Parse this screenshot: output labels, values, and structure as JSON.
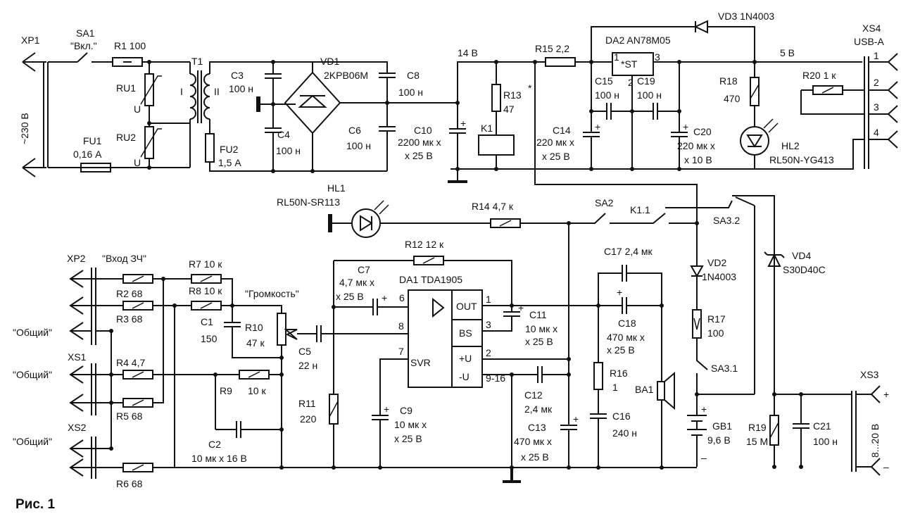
{
  "figure": {
    "caption": "Рис. 1",
    "labels": {
      "xp1": "XP1",
      "mains": "~230 В",
      "sa1": "SA1",
      "sa1_name": "\"Вкл.\"",
      "r1": "R1 100",
      "ru1": "RU1",
      "ru2": "RU2",
      "u1": "U",
      "u2": "U",
      "fu1": "FU1",
      "fu1_val": "0,16 А",
      "t1": "T1",
      "t1_p": "I",
      "t1_s": "II",
      "fu2": "FU2",
      "fu2_val": "1,5 А",
      "c3": "C3",
      "c3_val": "100 н",
      "c4": "C4",
      "c4_val": "100 н",
      "vd1": "VD1",
      "vd1_type": "2KPB06M",
      "c8": "C8",
      "c8_val": "100 н",
      "c6": "C6",
      "c6_val": "100 н",
      "v14": "14 В",
      "c10": "C10",
      "c10_val1": "2200 мк х",
      "c10_val2": "х 25 В",
      "r13": "R13",
      "r13_star": "*",
      "r13_val": "47",
      "k1": "K1",
      "r15": "R15 2,2",
      "da2": "DA2  AN78M05",
      "da2_st": "*ST",
      "pin1": "1",
      "pin3": "3",
      "pin2": "2",
      "vd3": "VD3  1N4003",
      "v5": "5 В",
      "c15": "C15",
      "c15_val": "100 н",
      "c19": "C19",
      "c19_val": "100 н",
      "c14": "C14",
      "c14_val1": "220 мк х",
      "c14_val2": "х 25 В",
      "c20": "C20",
      "c20_val1": "220 мк х",
      "c20_val2": "х 10 В",
      "r18": "R18",
      "r18_val": "470",
      "r20": "R20  1 к",
      "hl2": "HL2",
      "hl2_type": "RL50N-YG413",
      "xs4": "XS4",
      "xs4_type": "USB-A",
      "xs4_p1": "1",
      "xs4_p2": "2",
      "xs4_p3": "3",
      "xs4_p4": "4",
      "hl1": "HL1",
      "hl1_type": "RL50N-SR113",
      "r14": "R14  4,7 к",
      "sa2": "SA2",
      "k11": "K1.1",
      "sa32": "SA3.2",
      "vd4": "VD4",
      "vd4_type": "S30D40C",
      "vd2": "VD2",
      "vd2_type": "1N4003",
      "r17": "R17",
      "r17_val": "100",
      "sa31": "SA3.1",
      "gb1": "GB1",
      "gb1_val": "9,6 В",
      "xs3": "XS3",
      "xs3_range": "8...20 В",
      "r19": "R19",
      "r19_val": "15 М",
      "c21": "C21",
      "c21_val": "100 н",
      "xp2": "XP2",
      "xp2_name": "\"Вход ЗЧ\"",
      "obsh1": "\"Общий\"",
      "obsh2": "\"Общий\"",
      "obsh3": "\"Общий\"",
      "xs1": "XS1",
      "xs2": "XS2",
      "r2": "R2  68",
      "r3": "R3  68",
      "r4": "R4   4,7",
      "r5": "R5  68",
      "r6": "R6  68",
      "r7": "R7  10 к",
      "r8": "R8 10 к",
      "gromk": "\"Громкость\"",
      "c1": "C1",
      "c1_val": "150",
      "r10": "R10",
      "r10_val": "47 к",
      "r9": "R9",
      "r9_val": "10 к",
      "c2": "C2",
      "c2_val": "10 мк х 16 В",
      "c5": "C5",
      "c5_val": "22  н",
      "c7": "C7",
      "c7_val1": "4,7 мк х",
      "c7_val2": "х 25 В",
      "r12": "R12  12 к",
      "da1": "DA1  TDA1905",
      "out": "OUT",
      "bs": "BS",
      "svr": "SVR",
      "pu": "+U",
      "mu": "-U",
      "p6": "6",
      "p8": "8",
      "p7": "7",
      "p1": "1",
      "p3": "3",
      "p2": "2",
      "p916": "9-16",
      "r11": "R11",
      "r11_val": "220",
      "c9": "C9",
      "c9_val1": "10 мк х",
      "c9_val2": "х 25 В",
      "c11": "C11",
      "c11_val1": "10 мк х",
      "c11_val2": "х 25 В",
      "c12": "C12",
      "c12_val": "2,4 мк",
      "c13": "C13",
      "c13_val1": "470 мк х",
      "c13_val2": "х 25 В",
      "c17": "C17  2,4 мк",
      "c18": "C18",
      "c18_val1": "470 мк х",
      "c18_val2": "х 25 В",
      "r16": "R16",
      "r16_val": "1",
      "c16": "C16",
      "c16_val": "240 н",
      "ba1": "BA1",
      "plus": "+",
      "minus": "–"
    }
  }
}
